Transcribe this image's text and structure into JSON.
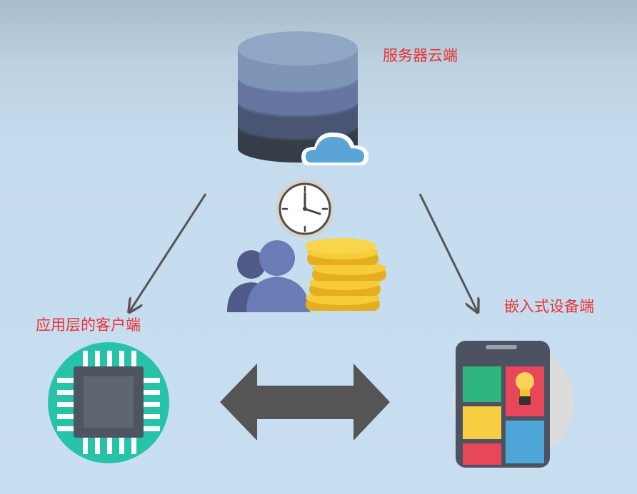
{
  "labels": {
    "server_cloud": "服务器云端",
    "app_client": "应用层的客户端",
    "embedded_device": "嵌入式设备端"
  },
  "colors": {
    "label": "#e8312f",
    "arrow": "#555555",
    "chip_bg": "#27c3a8",
    "chip_body": "#5b6470",
    "db_top": "#8fa7c6",
    "db_mid1": "#6c7fa8",
    "db_mid2": "#4f5a7a",
    "db_bottom": "#3a4250",
    "cloud": "#5aa4d8",
    "coin": "#f2c230",
    "people": "#5e6a9a"
  },
  "icons": [
    "database-icon",
    "cloud-icon",
    "clock-icon",
    "people-icon",
    "coins-icon",
    "chip-icon",
    "tablet-icon",
    "lightbulb-icon"
  ]
}
